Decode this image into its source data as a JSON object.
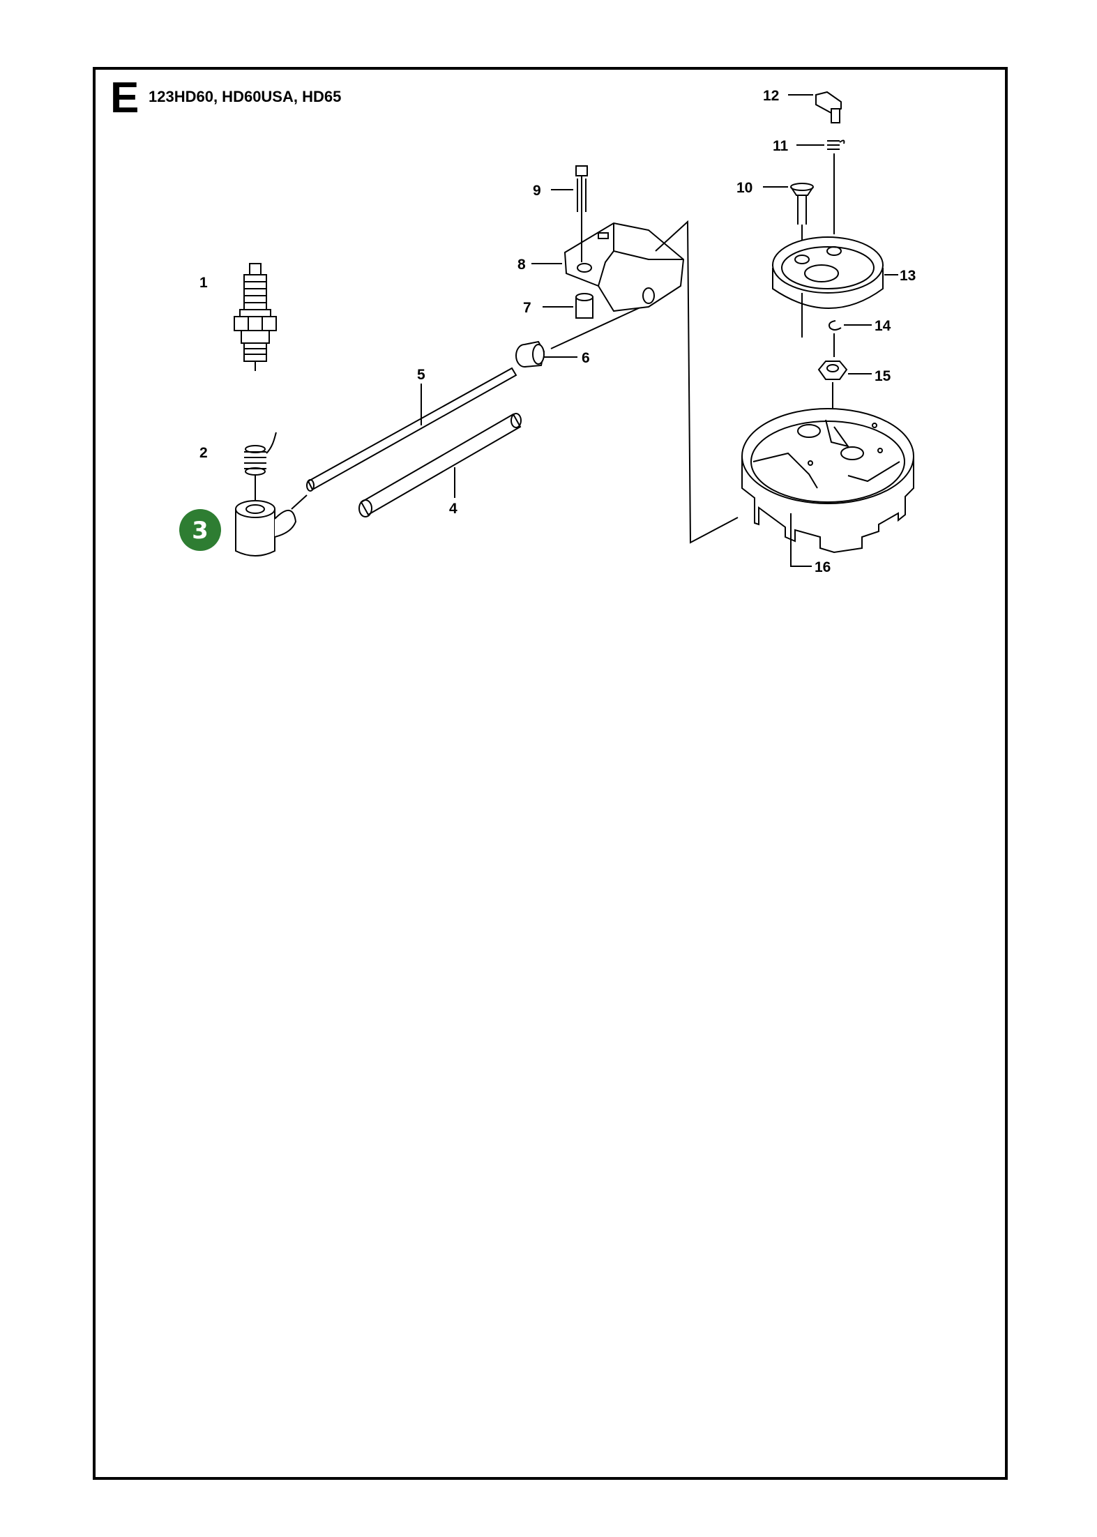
{
  "header": {
    "section": "E",
    "models": "123HD60, HD60USA, HD65"
  },
  "highlight": {
    "label": "3",
    "color": "#2e7d32"
  },
  "parts": [
    {
      "label": "1",
      "name": "spark-plug"
    },
    {
      "label": "2",
      "name": "spring"
    },
    {
      "label": "3",
      "name": "spark-plug-cap"
    },
    {
      "label": "4",
      "name": "hose"
    },
    {
      "label": "5",
      "name": "ignition-lead"
    },
    {
      "label": "6",
      "name": "grommet"
    },
    {
      "label": "7",
      "name": "spacer"
    },
    {
      "label": "8",
      "name": "ignition-module"
    },
    {
      "label": "9",
      "name": "screw"
    },
    {
      "label": "10",
      "name": "screw"
    },
    {
      "label": "11",
      "name": "spring"
    },
    {
      "label": "12",
      "name": "pawl"
    },
    {
      "label": "13",
      "name": "starter-pulley"
    },
    {
      "label": "14",
      "name": "circlip"
    },
    {
      "label": "15",
      "name": "nut"
    },
    {
      "label": "16",
      "name": "flywheel"
    }
  ]
}
